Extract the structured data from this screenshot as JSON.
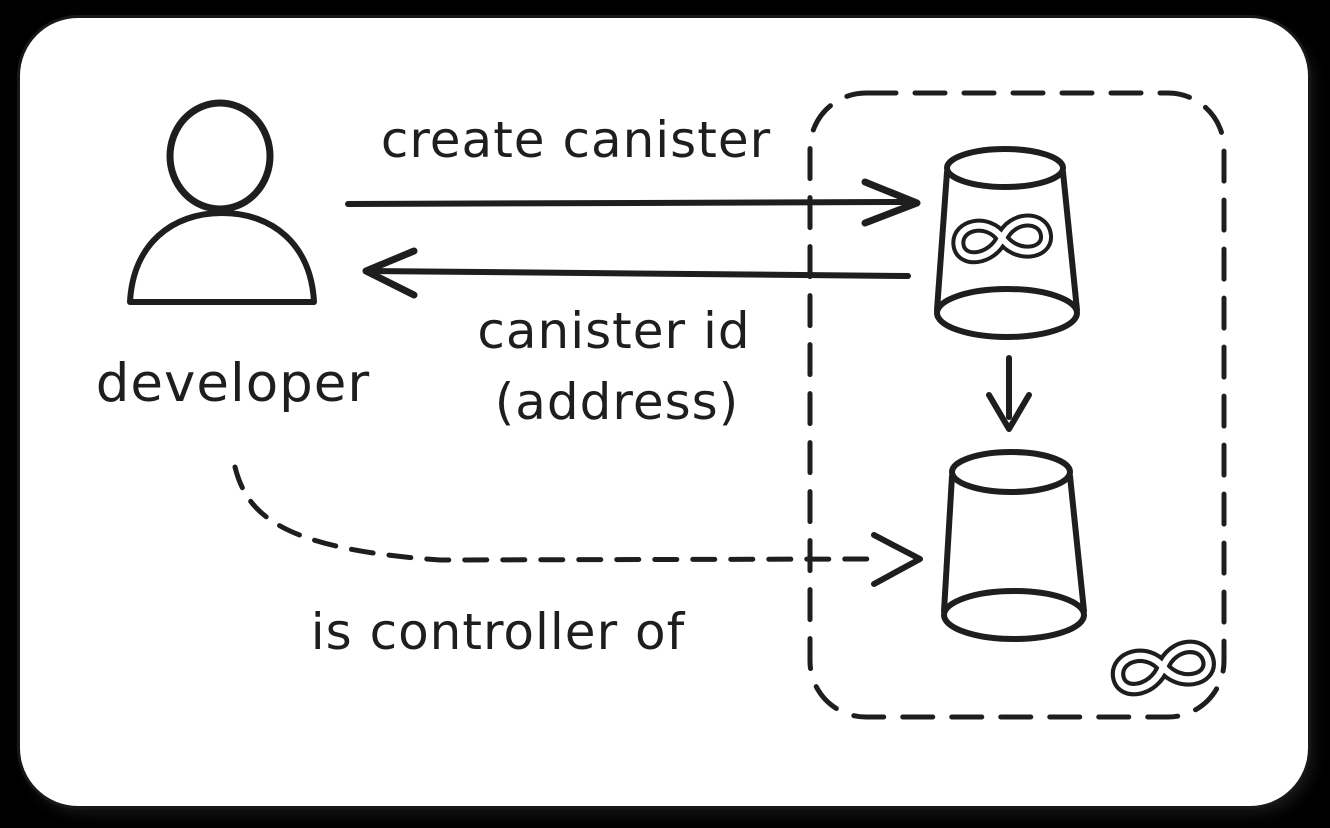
{
  "diagram": {
    "labels": {
      "create_canister": "create canister",
      "canister_id": "canister id",
      "canister_id_sub": "(address)",
      "developer": "developer",
      "is_controller_of": "is controller of"
    },
    "icons": {
      "developer_figure": "person-icon",
      "top_canister": "canister-bucket-icon",
      "bottom_canister": "canister-bucket-icon",
      "top_canister_badge": "infinity-icon",
      "corner_badge": "infinity-icon",
      "subnet_boundary": "dashed-rounded-box"
    },
    "colors": {
      "ink": "#1e1e1e",
      "paper": "#ffffff",
      "backdrop": "#000000"
    }
  }
}
